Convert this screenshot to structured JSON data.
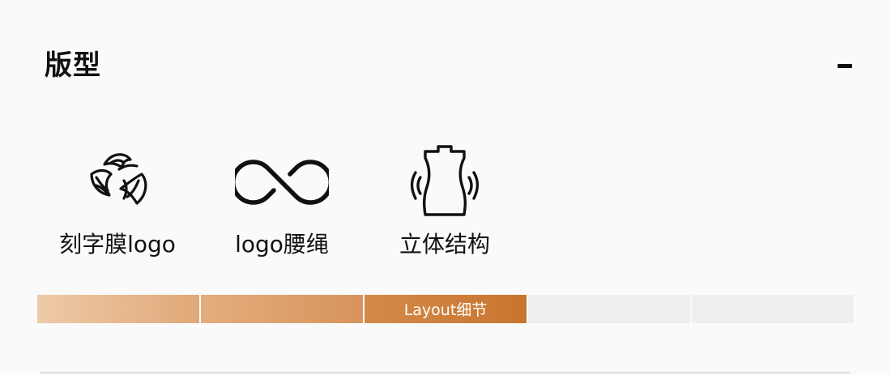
{
  "section": {
    "title": "版型",
    "collapse_icon": "minus-icon"
  },
  "features": [
    {
      "label": "刻字膜logo",
      "icon": "leaf-cluster-icon"
    },
    {
      "label": "logo腰绳",
      "icon": "infinity-loop-icon"
    },
    {
      "label": "立体结构",
      "icon": "fitted-body-icon"
    }
  ],
  "progress": {
    "segments": [
      "",
      "",
      "Layout细节",
      "",
      ""
    ],
    "active_index": 2,
    "colors": {
      "filled_light": "#eecaa8",
      "filled_dark": "#c9752f",
      "empty": "#efefef"
    }
  }
}
